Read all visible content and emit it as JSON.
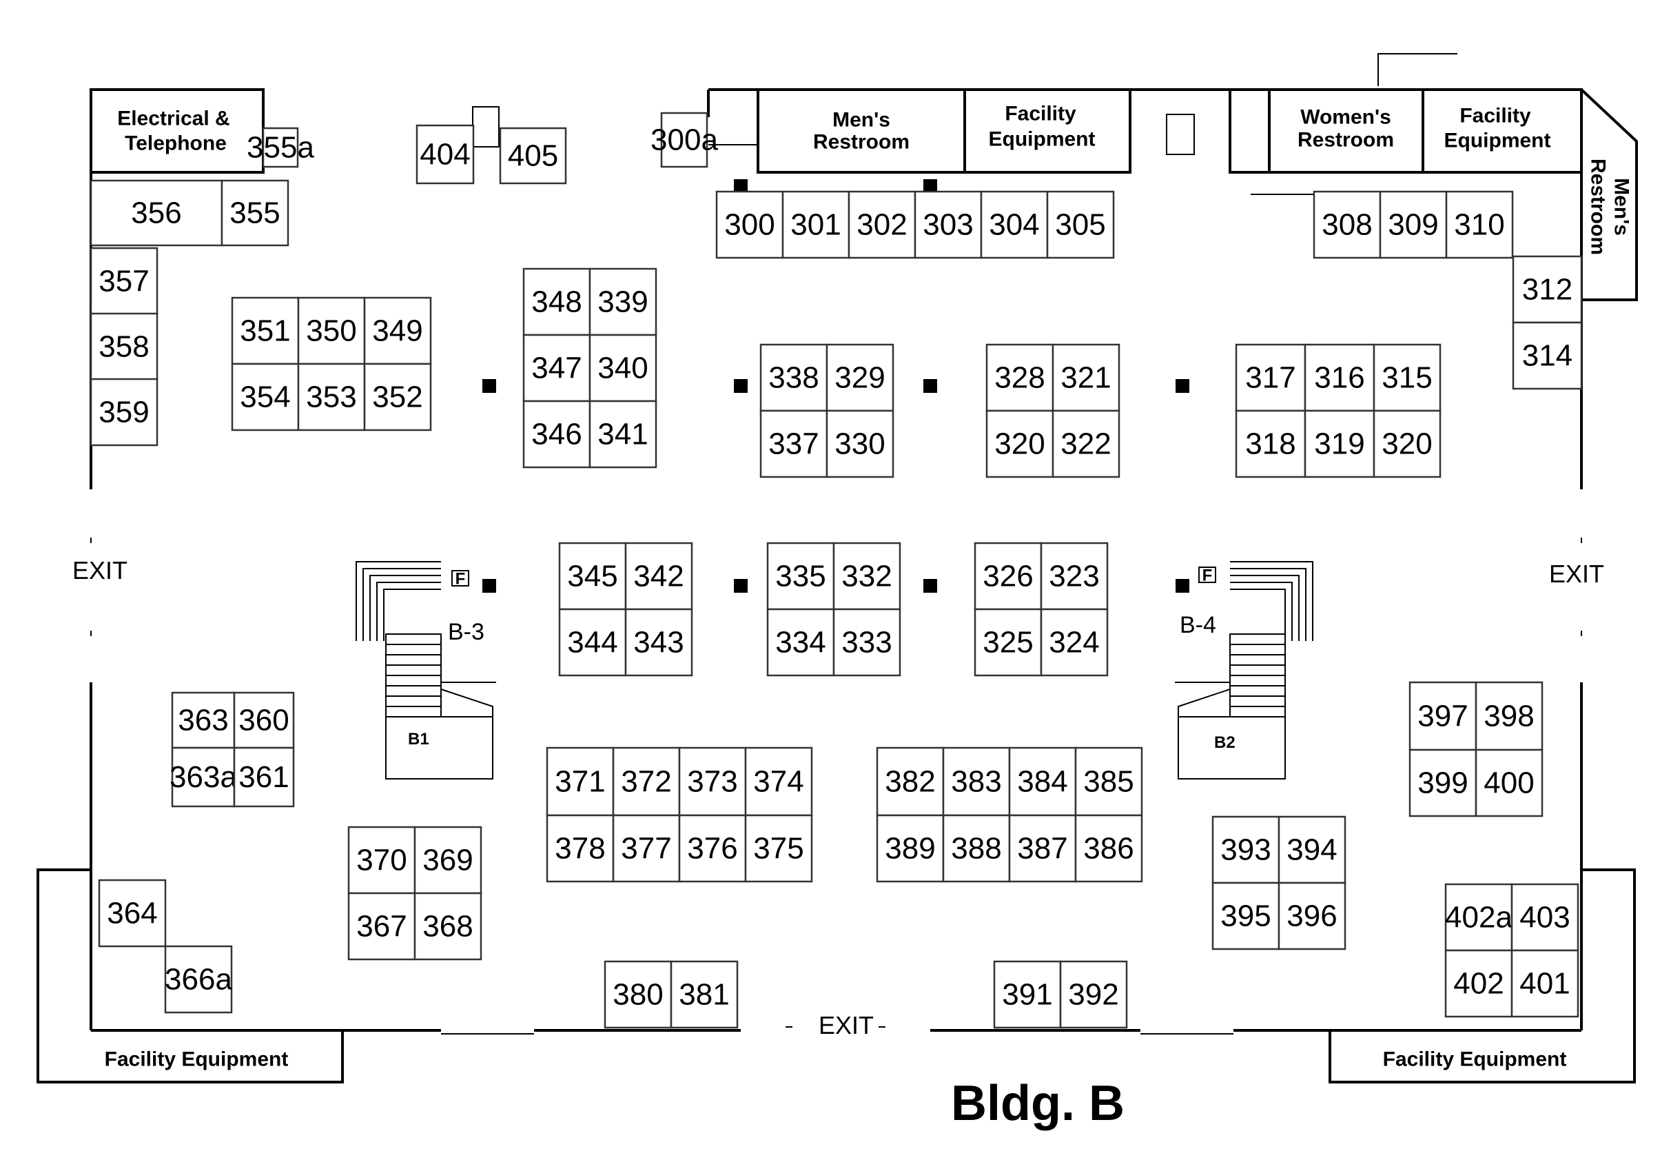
{
  "title": "Bldg. B",
  "exits": [
    "EXIT",
    "EXIT",
    "EXIT"
  ],
  "stairs": {
    "left": "B-3",
    "right": "B-4",
    "left_base": "B1",
    "right_base": "B2",
    "fire_mark": "F"
  },
  "rooms": {
    "electrical": [
      "Electrical &",
      "Telephone"
    ],
    "mens_restroom": [
      "Men's",
      "Restroom"
    ],
    "facility_top_1": [
      "Facility",
      "Equipment"
    ],
    "womens_restroom": [
      "Women's",
      "Restroom"
    ],
    "facility_top_2": [
      "Facility",
      "Equipment"
    ],
    "mens_restroom_side": [
      "Men's",
      "Restroom"
    ],
    "facility_bottom_left": "Facility Equipment",
    "facility_bottom_right": "Facility Equipment"
  },
  "booths": [
    "300",
    "301",
    "302",
    "303",
    "304",
    "305",
    "308",
    "309",
    "310",
    "312",
    "314",
    "300a",
    "355a",
    "404",
    "405",
    "356",
    "355",
    "357",
    "358",
    "359",
    "351",
    "350",
    "349",
    "354",
    "353",
    "352",
    "348",
    "339",
    "347",
    "340",
    "346",
    "341",
    "338",
    "329",
    "337",
    "330",
    "328",
    "321",
    "320",
    "322",
    "317",
    "316",
    "315",
    "318",
    "319",
    "320",
    "345",
    "342",
    "344",
    "343",
    "335",
    "332",
    "334",
    "333",
    "326",
    "323",
    "325",
    "324",
    "363",
    "360",
    "363a",
    "361",
    "370",
    "369",
    "367",
    "368",
    "371",
    "372",
    "373",
    "374",
    "378",
    "377",
    "376",
    "375",
    "382",
    "383",
    "384",
    "385",
    "389",
    "388",
    "387",
    "386",
    "397",
    "398",
    "399",
    "400",
    "393",
    "394",
    "395",
    "396",
    "364",
    "366a",
    "380",
    "381",
    "391",
    "392",
    "402a",
    "403",
    "402",
    "401"
  ]
}
